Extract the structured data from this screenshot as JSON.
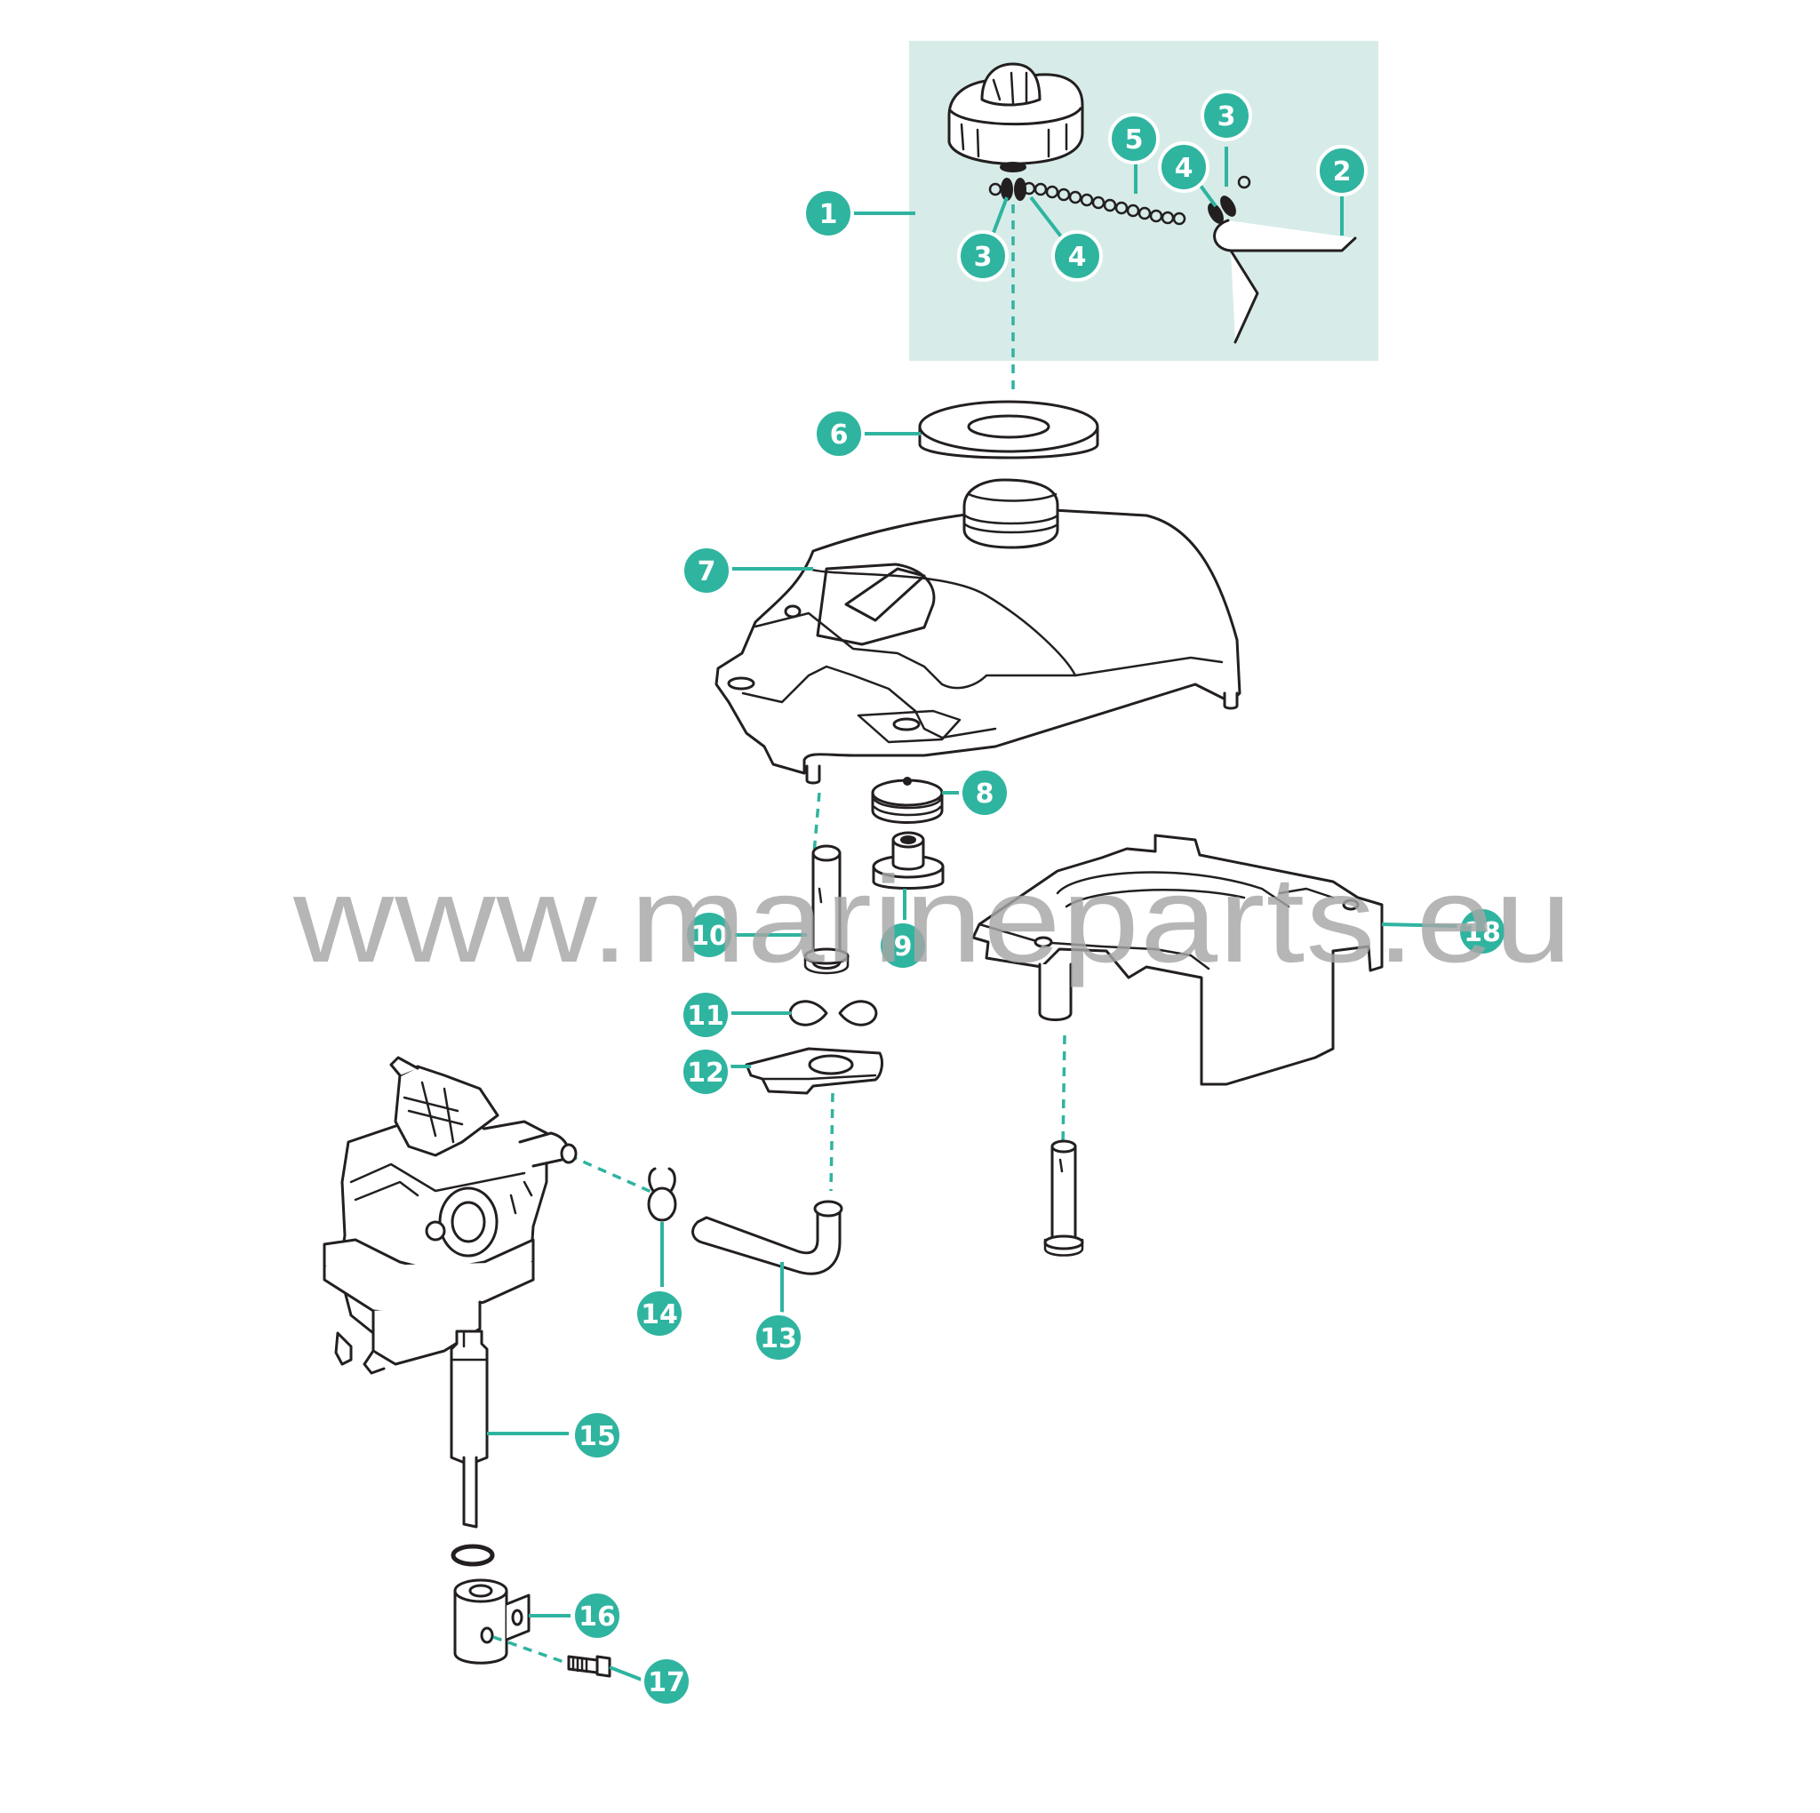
{
  "watermark": "www.marineparts.eu",
  "colors": {
    "accent": "#2fb4a0",
    "highlight_box": "#d7ece8",
    "line_art": "#231f20",
    "watermark": "#a7a7a7"
  },
  "callouts": [
    {
      "id": "c1",
      "label": "1"
    },
    {
      "id": "c2",
      "label": "2"
    },
    {
      "id": "c3a",
      "label": "3"
    },
    {
      "id": "c3b",
      "label": "3"
    },
    {
      "id": "c4a",
      "label": "4"
    },
    {
      "id": "c4b",
      "label": "4"
    },
    {
      "id": "c5",
      "label": "5"
    },
    {
      "id": "c6",
      "label": "6"
    },
    {
      "id": "c7",
      "label": "7"
    },
    {
      "id": "c8",
      "label": "8"
    },
    {
      "id": "c9",
      "label": "9"
    },
    {
      "id": "c10",
      "label": "10"
    },
    {
      "id": "c11",
      "label": "11"
    },
    {
      "id": "c12",
      "label": "12"
    },
    {
      "id": "c13",
      "label": "13"
    },
    {
      "id": "c14",
      "label": "14"
    },
    {
      "id": "c15",
      "label": "15"
    },
    {
      "id": "c16",
      "label": "16"
    },
    {
      "id": "c17",
      "label": "17"
    },
    {
      "id": "c18",
      "label": "18"
    }
  ]
}
